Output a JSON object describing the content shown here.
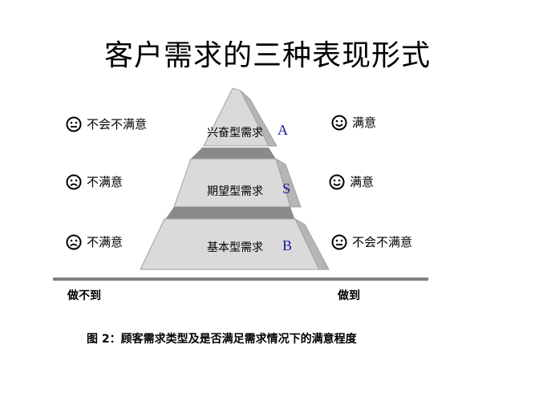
{
  "title": "客户需求的三种表现形式",
  "tiers": [
    {
      "label": "兴奋型需求",
      "letter": "A"
    },
    {
      "label": "期望型需求",
      "letter": "S"
    },
    {
      "label": "基本型需求",
      "letter": "B"
    }
  ],
  "left_states": [
    {
      "face": "neutral-face-icon",
      "text": "不会不满意"
    },
    {
      "face": "sad-face-icon",
      "text": "不满意"
    },
    {
      "face": "sad-face-icon",
      "text": "不满意"
    }
  ],
  "right_states": [
    {
      "face": "happy-face-icon",
      "text": "满意"
    },
    {
      "face": "happy-face-icon",
      "text": "满意"
    },
    {
      "face": "neutral-face-icon",
      "text": "不会不满意"
    }
  ],
  "axis": {
    "left": "做不到",
    "right": "做到"
  },
  "caption": "图 2：顾客需求类型及是否满足需求情况下的满意程度",
  "colors": {
    "letter": "#1a1aa0",
    "pyramid_front": "#d9d9d9",
    "pyramid_side": "#bfbfbf",
    "pyramid_band": "#8a8a8a"
  }
}
